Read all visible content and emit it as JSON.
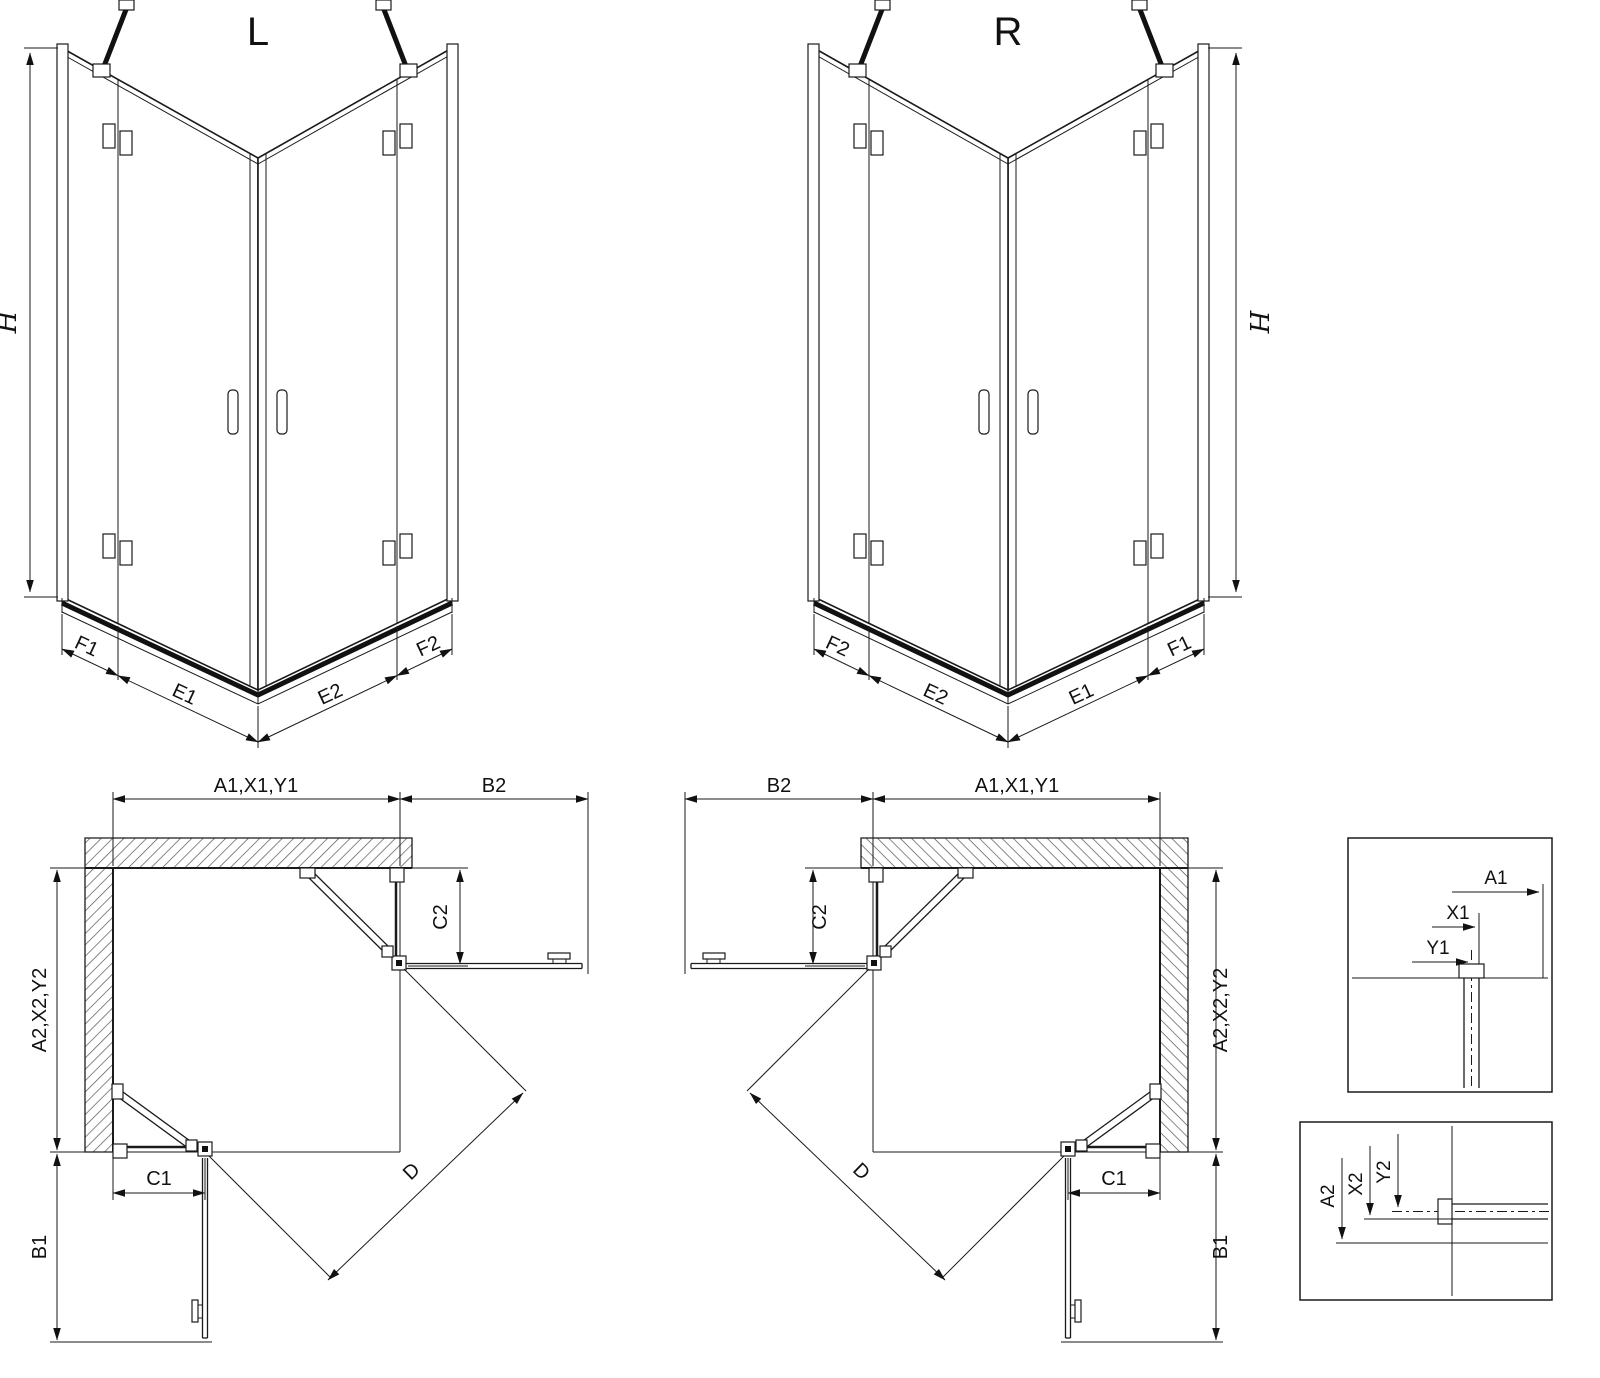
{
  "front_views": {
    "left": {
      "label": "L",
      "height": "H",
      "segments": [
        "F1",
        "E1",
        "E2",
        "F2"
      ]
    },
    "right": {
      "label": "R",
      "height": "H",
      "segments": [
        "F2",
        "E2",
        "E1",
        "F1"
      ]
    }
  },
  "plan_views": {
    "left": {
      "top_width": "A1,X1,Y1",
      "b2": "B2",
      "c2": "C2",
      "side_depth": "A2,X2,Y2",
      "c1": "C1",
      "b1": "B1",
      "diagonal": "D"
    },
    "right": {
      "top_width": "A1,X1,Y1",
      "b2": "B2",
      "c2": "C2",
      "side_depth": "A2,X2,Y2",
      "c1": "C1",
      "b1": "B1",
      "diagonal": "D"
    }
  },
  "detail_boxes": {
    "horizontal": [
      "A1",
      "X1",
      "Y1"
    ],
    "vertical": [
      "A2",
      "X2",
      "Y2"
    ]
  }
}
